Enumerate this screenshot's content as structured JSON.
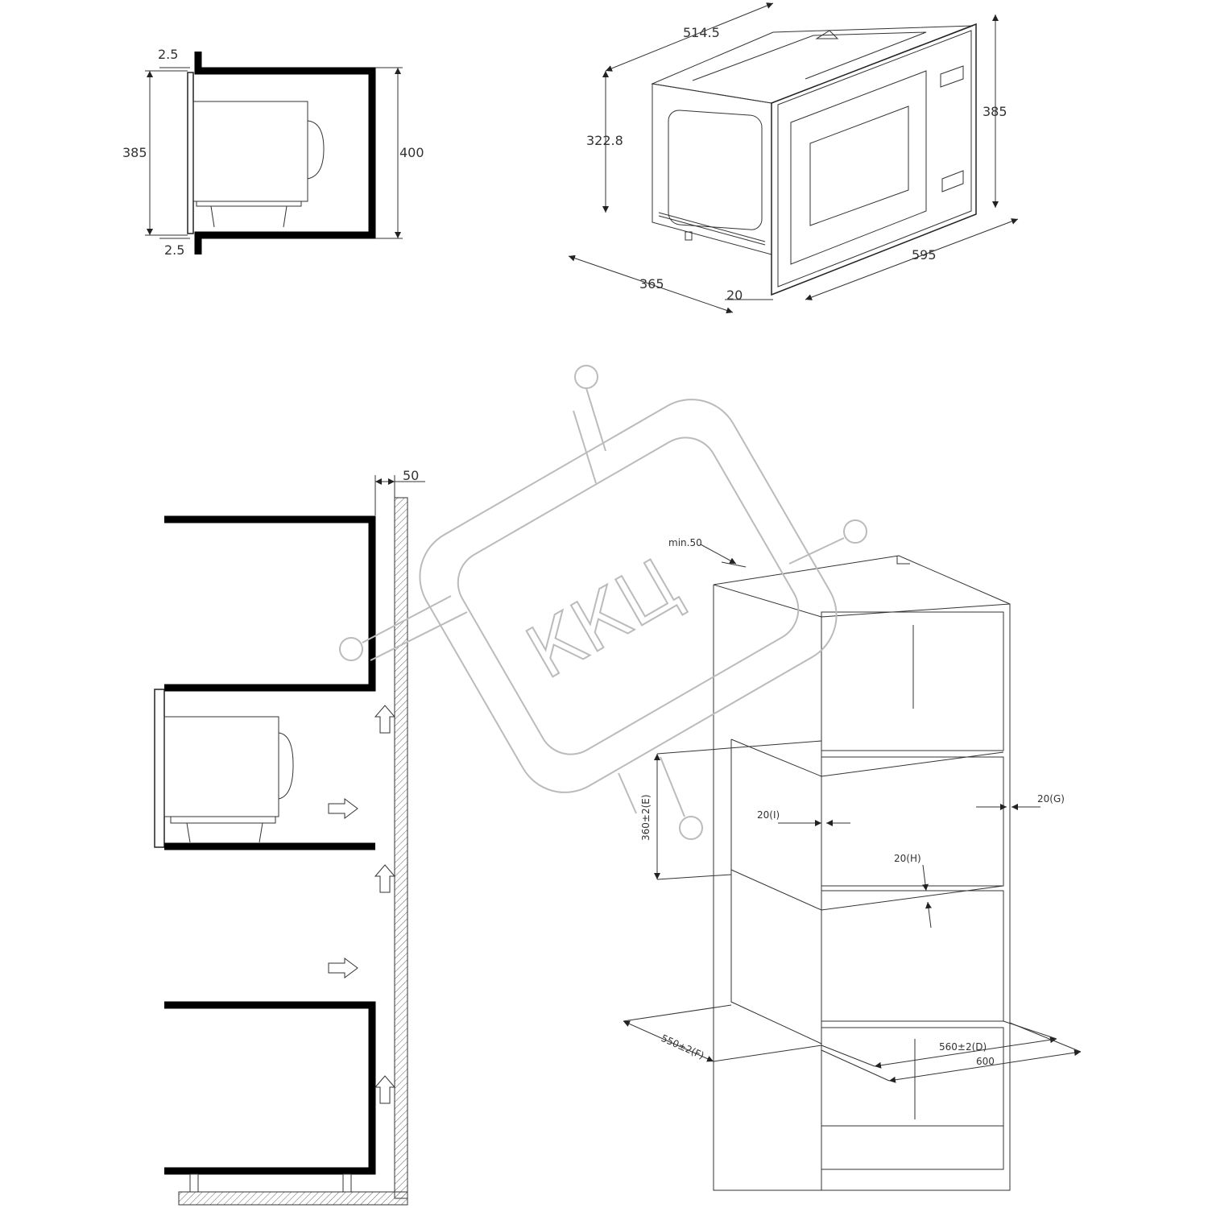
{
  "side_view": {
    "dim_top_gap": "2.5",
    "dim_bottom_gap": "2.5",
    "dim_height_appliance": "385",
    "dim_height_niche": "400"
  },
  "iso_view": {
    "dim_depth_total": "514.5",
    "dim_body_height": "322.8",
    "dim_front_height": "385",
    "dim_body_depth": "365",
    "dim_frame": "20",
    "dim_width": "595"
  },
  "column_view": {
    "dim_wall_gap": "50"
  },
  "cabinet_view": {
    "dim_min_gap": "min.50",
    "dim_E": "360±2(E)",
    "dim_I": "20(I)",
    "dim_G": "20(G)",
    "dim_H": "20(H)",
    "dim_F": "550±2(F)",
    "dim_D": "560±2(D)",
    "dim_600": "600"
  },
  "watermark": {
    "text": "ККЦ"
  }
}
